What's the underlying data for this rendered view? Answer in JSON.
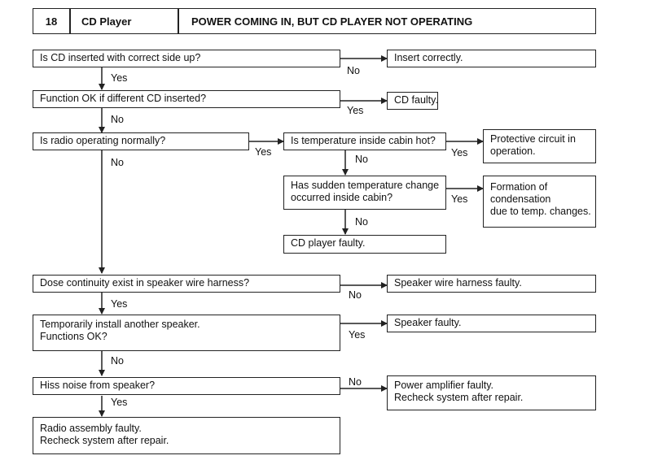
{
  "header": {
    "number": "18",
    "system": "CD Player",
    "title": "POWER COMING IN, BUT CD PLAYER NOT OPERATING"
  },
  "boxes": {
    "q_cd_inserted": [
      "Is CD inserted with correct side up?"
    ],
    "a_insert_correctly": [
      "Insert correctly."
    ],
    "q_function_ok": [
      "Function OK if different CD inserted?"
    ],
    "a_cd_faulty": [
      "CD faulty."
    ],
    "q_radio_normal": [
      "Is radio operating normally?"
    ],
    "q_temp_hot": [
      "Is temperature inside cabin hot?"
    ],
    "a_protective": [
      "Protective circuit in",
      "operation."
    ],
    "q_temp_change": [
      "Has sudden temperature change",
      "occurred inside cabin?"
    ],
    "a_condensation": [
      "Formation of",
      "condensation",
      "due to temp. changes."
    ],
    "a_cd_player_faulty": [
      "CD player faulty."
    ],
    "q_continuity": [
      "Dose continuity exist in speaker wire harness?"
    ],
    "a_harness_faulty": [
      "Speaker wire harness faulty."
    ],
    "q_install_speaker": [
      "Temporarily install another speaker.",
      "Functions OK?"
    ],
    "a_speaker_faulty": [
      "Speaker faulty."
    ],
    "q_hiss": [
      "Hiss noise from speaker?"
    ],
    "a_amp_faulty": [
      "Power amplifier faulty.",
      "Recheck system after repair."
    ],
    "a_radio_faulty": [
      "Radio assembly faulty.",
      "Recheck system after repair."
    ]
  },
  "labels": {
    "cd_inserted_no": "No",
    "cd_inserted_yes": "Yes",
    "function_ok_yes": "Yes",
    "function_ok_no": "No",
    "radio_yes": "Yes",
    "radio_no": "No",
    "temp_hot_yes": "Yes",
    "temp_hot_no": "No",
    "temp_change_yes": "Yes",
    "temp_change_no": "No",
    "continuity_no": "No",
    "continuity_yes": "Yes",
    "install_yes": "Yes",
    "install_no": "No",
    "hiss_no": "No",
    "hiss_yes": "Yes"
  }
}
